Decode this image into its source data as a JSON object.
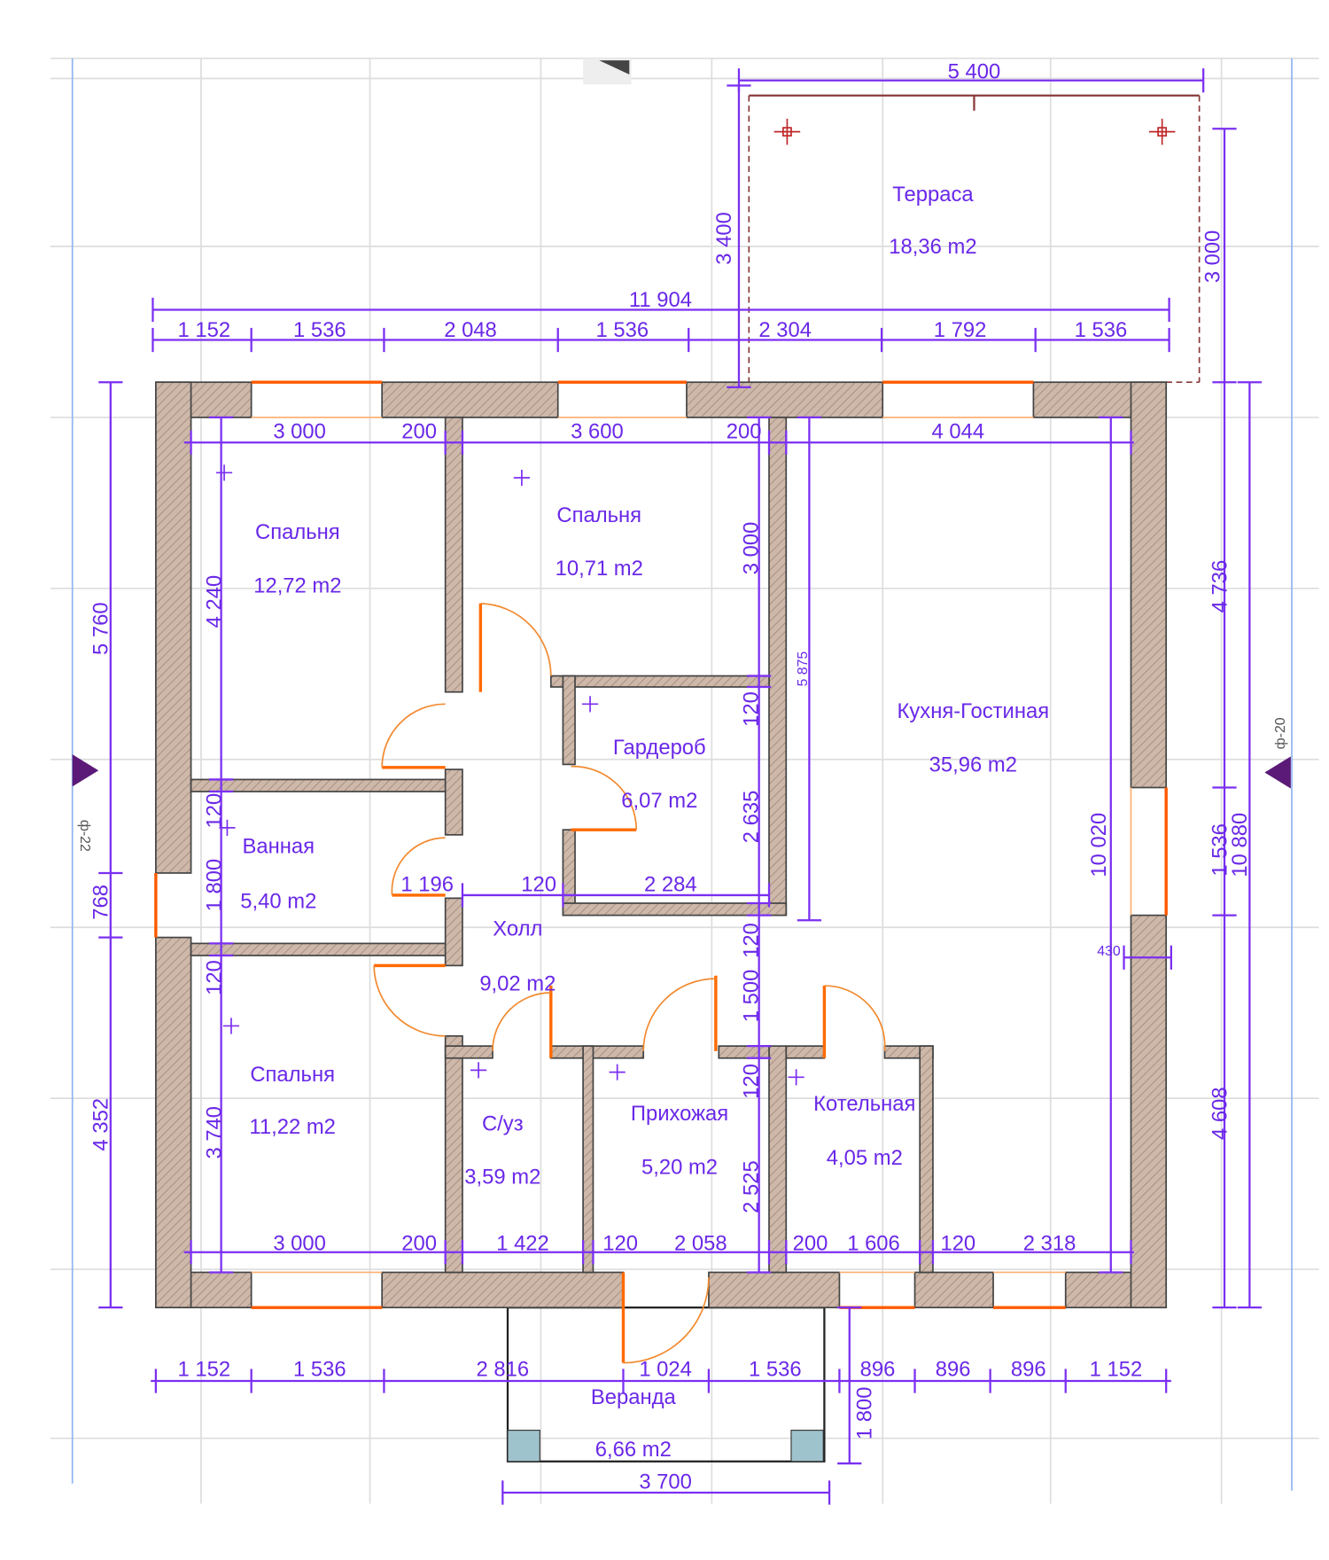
{
  "colors": {
    "dimension": "#7b2ff2",
    "wall": "#c9b3a5",
    "door": "#ff6a00",
    "grid": "#dddddd",
    "marker": "#5b1a78"
  },
  "rooms": [
    {
      "name": "Терраса",
      "area": "18,36 m2"
    },
    {
      "name": "Спальня",
      "area": "12,72 m2"
    },
    {
      "name": "Спальня",
      "area": "10,71 m2"
    },
    {
      "name": "Кухня-Гостиная",
      "area": "35,96 m2"
    },
    {
      "name": "Гардероб",
      "area": "6,07 m2"
    },
    {
      "name": "Ванная",
      "area": "5,40 m2"
    },
    {
      "name": "Холл",
      "area": "9,02 m2"
    },
    {
      "name": "Спальня",
      "area": "11,22 m2"
    },
    {
      "name": "С/уз",
      "area": "3,59 m2"
    },
    {
      "name": "Прихожая",
      "area": "5,20 m2"
    },
    {
      "name": "Котельная",
      "area": "4,05 m2"
    },
    {
      "name": "Веранда",
      "area": "6,66 m2"
    }
  ],
  "level_markers": {
    "left": "ф-22",
    "right": "ф-20"
  },
  "dimensions": {
    "terrace_width": "5 400",
    "terrace_depth_left": "3 400",
    "terrace_depth_right": "3 000",
    "top_overall": "11 904",
    "top_row": [
      "1 152",
      "1 536",
      "2 048",
      "1 536",
      "2 304",
      "1 792",
      "1 536"
    ],
    "inner_top_row": [
      "3 000",
      "200",
      "3 600",
      "200",
      "4 044"
    ],
    "hall_row": [
      "1 196",
      "120",
      "2 284"
    ],
    "inner_bottom_row": [
      "3 000",
      "200",
      "1 422",
      "120",
      "2 058",
      "200",
      "1 606",
      "120",
      "2 318"
    ],
    "bottom_row": [
      "1 152",
      "1 536",
      "2 816",
      "1 024",
      "1 536",
      "896",
      "896",
      "896",
      "1 152"
    ],
    "veranda_width": "3 700",
    "veranda_depth": "1 800",
    "left_outer": [
      "5 760",
      "768",
      "4 352"
    ],
    "left_inner": [
      "4 240",
      "120",
      "1 800",
      "120",
      "3 740"
    ],
    "center_vertical": [
      "3 000",
      "120",
      "2 635",
      "120",
      "1 500",
      "120",
      "2 525"
    ],
    "garderob_height": "5 875",
    "kitchen_height": "10 020",
    "right_outer": [
      "4 736",
      "1 536",
      "4 608"
    ],
    "right_overall": "10 880",
    "window_offset": "430"
  }
}
